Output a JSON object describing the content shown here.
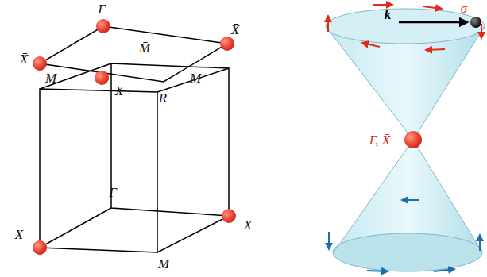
{
  "diagram": {
    "labels": [
      "Γ̄",
      "X̄",
      "X̄",
      "M̄",
      "X",
      "M",
      "M",
      "R",
      "Γ",
      "X",
      "X",
      "M",
      "k",
      "σ",
      "Γ̄, X̄"
    ]
  }
}
